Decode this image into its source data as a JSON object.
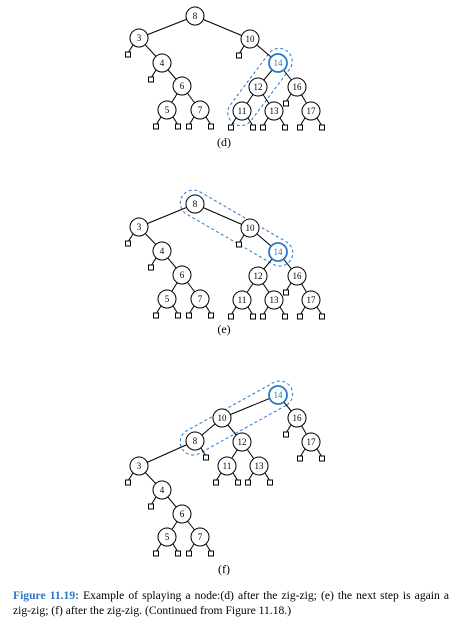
{
  "panels": [
    {
      "label": "(d)",
      "nodes": [
        {
          "id": "8",
          "label": "8"
        },
        {
          "id": "3",
          "label": "3"
        },
        {
          "id": "10",
          "label": "10"
        },
        {
          "id": "4",
          "label": "4"
        },
        {
          "id": "6",
          "label": "6"
        },
        {
          "id": "5",
          "label": "5"
        },
        {
          "id": "7",
          "label": "7"
        },
        {
          "id": "14",
          "label": "14",
          "highlight": true
        },
        {
          "id": "12",
          "label": "12"
        },
        {
          "id": "16",
          "label": "16"
        },
        {
          "id": "11",
          "label": "11"
        },
        {
          "id": "13",
          "label": "13"
        },
        {
          "id": "17",
          "label": "17"
        }
      ],
      "edges": [
        [
          "8",
          "3"
        ],
        [
          "8",
          "10"
        ],
        [
          "3",
          "4"
        ],
        [
          "4",
          "6"
        ],
        [
          "6",
          "5"
        ],
        [
          "6",
          "7"
        ],
        [
          "10",
          "14"
        ],
        [
          "14",
          "12"
        ],
        [
          "14",
          "16"
        ],
        [
          "12",
          "11"
        ],
        [
          "12",
          "13"
        ],
        [
          "16",
          "17"
        ]
      ],
      "splay_group": [
        "14",
        "12",
        "11"
      ]
    },
    {
      "label": "(e)",
      "nodes": [
        {
          "id": "8",
          "label": "8"
        },
        {
          "id": "3",
          "label": "3"
        },
        {
          "id": "10",
          "label": "10"
        },
        {
          "id": "4",
          "label": "4"
        },
        {
          "id": "6",
          "label": "6"
        },
        {
          "id": "5",
          "label": "5"
        },
        {
          "id": "7",
          "label": "7"
        },
        {
          "id": "14",
          "label": "14",
          "highlight": true
        },
        {
          "id": "12",
          "label": "12"
        },
        {
          "id": "16",
          "label": "16"
        },
        {
          "id": "11",
          "label": "11"
        },
        {
          "id": "13",
          "label": "13"
        },
        {
          "id": "17",
          "label": "17"
        }
      ],
      "edges": [
        [
          "8",
          "3"
        ],
        [
          "8",
          "10"
        ],
        [
          "3",
          "4"
        ],
        [
          "4",
          "6"
        ],
        [
          "6",
          "5"
        ],
        [
          "6",
          "7"
        ],
        [
          "10",
          "14"
        ],
        [
          "14",
          "12"
        ],
        [
          "14",
          "16"
        ],
        [
          "12",
          "11"
        ],
        [
          "12",
          "13"
        ],
        [
          "16",
          "17"
        ]
      ],
      "splay_group": [
        "8",
        "10",
        "14"
      ]
    },
    {
      "label": "(f)",
      "nodes": [
        {
          "id": "14",
          "label": "14",
          "highlight": true
        },
        {
          "id": "10",
          "label": "10"
        },
        {
          "id": "16",
          "label": "16"
        },
        {
          "id": "8",
          "label": "8"
        },
        {
          "id": "12",
          "label": "12"
        },
        {
          "id": "17",
          "label": "17"
        },
        {
          "id": "3",
          "label": "3"
        },
        {
          "id": "11",
          "label": "11"
        },
        {
          "id": "13",
          "label": "13"
        },
        {
          "id": "4",
          "label": "4"
        },
        {
          "id": "6",
          "label": "6"
        },
        {
          "id": "5",
          "label": "5"
        },
        {
          "id": "7",
          "label": "7"
        }
      ],
      "edges": [
        [
          "14",
          "10"
        ],
        [
          "14",
          "16"
        ],
        [
          "10",
          "8"
        ],
        [
          "10",
          "12"
        ],
        [
          "16",
          "17"
        ],
        [
          "8",
          "3"
        ],
        [
          "12",
          "11"
        ],
        [
          "12",
          "13"
        ],
        [
          "3",
          "4"
        ],
        [
          "4",
          "6"
        ],
        [
          "6",
          "5"
        ],
        [
          "6",
          "7"
        ]
      ],
      "splay_group": [
        "14",
        "10",
        "8"
      ]
    }
  ],
  "caption": {
    "label": "Figure 11.19:",
    "text": " Example of splaying a node:(d) after the zig-zig; (e) the next step is again a zig-zig; (f) after the zig-zig. (Continued from Figure 11.18.)"
  },
  "colors": {
    "highlight": "#2a78c8",
    "stroke": "#000000"
  }
}
